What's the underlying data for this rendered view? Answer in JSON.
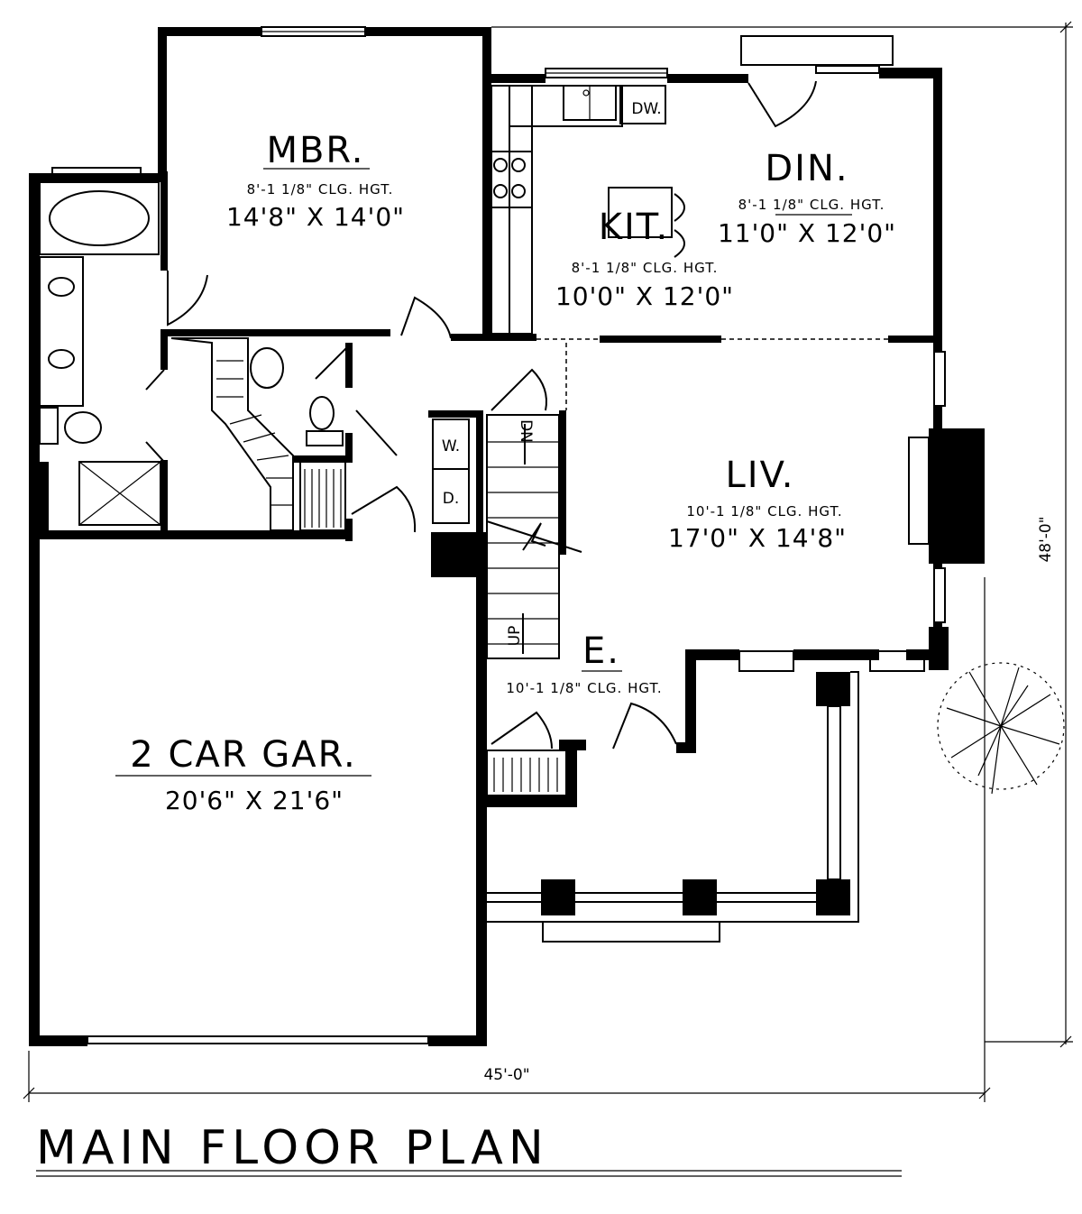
{
  "title": "MAIN FLOOR PLAN",
  "rooms": {
    "mbr": {
      "name": "MBR.",
      "ceiling": "8'-1 1/8\" CLG. HGT.",
      "size": "14'8\" X 14'0\""
    },
    "din": {
      "name": "DIN.",
      "ceiling": "8'-1 1/8\" CLG. HGT.",
      "size": "11'0\" X 12'0\""
    },
    "kit": {
      "name": "KIT.",
      "ceiling": "8'-1 1/8\" CLG. HGT.",
      "size": "10'0\" X 12'0\""
    },
    "liv": {
      "name": "LIV.",
      "ceiling": "10'-1 1/8\" CLG. HGT.",
      "size": "17'0\" X 14'8\""
    },
    "entry": {
      "name": "E.",
      "ceiling": "10'-1 1/8\" CLG. HGT."
    },
    "garage": {
      "name": "2 CAR GAR.",
      "size": "20'6\" X 21'6\""
    }
  },
  "fixtures": {
    "dishwasher": "DW.",
    "washer": "W.",
    "dryer": "D."
  },
  "stairs": {
    "down": "DN",
    "up": "UP"
  },
  "dimensions": {
    "width": "45'-0\"",
    "depth": "48'-0\""
  }
}
